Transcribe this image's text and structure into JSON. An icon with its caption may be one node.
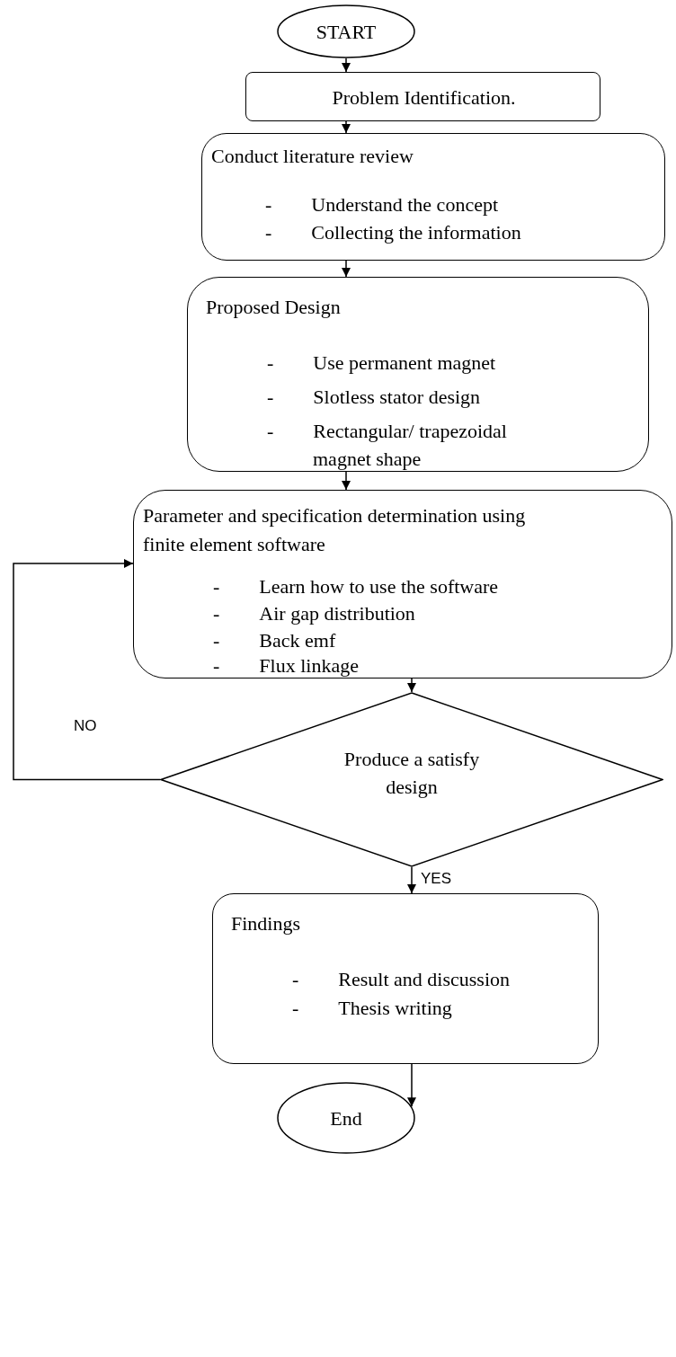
{
  "diagram": {
    "nodes": [
      {
        "text": [
          "START"
        ]
      },
      {
        "text": [
          "Problem Identification."
        ]
      },
      {
        "text": [
          "Conduct literature review",
          "- Understand the concept",
          "- Collecting the information"
        ]
      },
      {
        "text": [
          "Proposed Design",
          "- Use permanent magnet",
          "- Slotless stator design",
          "- Rectangular/ trapezoidal magnet shape"
        ]
      },
      {
        "text": [
          "Parameter and specification determination using finite element software",
          "- Learn how to use the software",
          "- Air gap distribution",
          "- Back emf",
          "- Flux linkage"
        ]
      },
      {
        "text": [
          "Produce a satisfy design"
        ]
      },
      {
        "text": [
          "Findings",
          "- Result and discussion",
          "- Thesis writing"
        ]
      },
      {
        "text": [
          "End"
        ]
      }
    ],
    "edges": [
      {
        "from": 0,
        "to": 1,
        "arrow": "to"
      },
      {
        "from": 1,
        "to": 2,
        "arrow": "to"
      },
      {
        "from": 2,
        "to": 3,
        "arrow": "to"
      },
      {
        "from": 3,
        "to": 4,
        "arrow": "to"
      },
      {
        "from": 4,
        "to": 5,
        "arrow": "to"
      },
      {
        "from": 5,
        "to": 4,
        "arrow": "to",
        "label": "NO"
      },
      {
        "from": 5,
        "to": 6,
        "arrow": "to",
        "label": "YES"
      },
      {
        "from": 6,
        "to": 7,
        "arrow": "to"
      }
    ]
  }
}
